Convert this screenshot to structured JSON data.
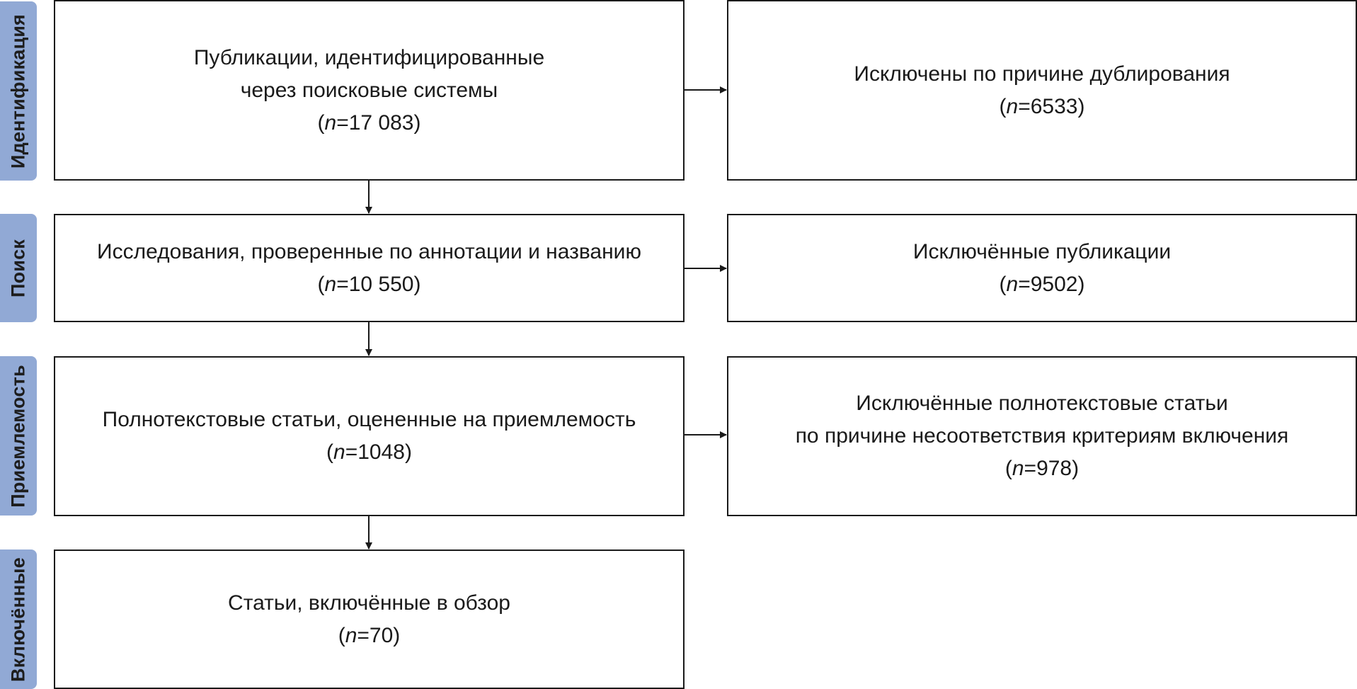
{
  "stages": [
    {
      "id": "identification",
      "label": "Идентификация"
    },
    {
      "id": "screening",
      "label": "Поиск"
    },
    {
      "id": "eligibility",
      "label": "Приемлемость"
    },
    {
      "id": "included",
      "label": "Включённые"
    }
  ],
  "main_boxes": [
    {
      "lines": [
        "Публикации, идентифицированные",
        "через поисковые системы"
      ],
      "n_letter": "n",
      "count_value": "=17 083"
    },
    {
      "lines": [
        "Исследования, проверенные по аннотации и названию"
      ],
      "n_letter": "n",
      "count_value": "=10 550"
    },
    {
      "lines": [
        "Полнотекстовые статьи, оцененные на приемлемость"
      ],
      "n_letter": "n",
      "count_value": "=1048"
    },
    {
      "lines": [
        "Статьи, включённые в обзор"
      ],
      "n_letter": "n",
      "count_value": "=70"
    }
  ],
  "excluded_boxes": [
    {
      "lines": [
        "Исключены по причине дублирования"
      ],
      "n_letter": "n",
      "count_value": "=6533"
    },
    {
      "lines": [
        "Исключённые публикации"
      ],
      "n_letter": "n",
      "count_value": "=9502"
    },
    {
      "lines": [
        "Исключённые полнотекстовые статьи",
        "по причине несоответствия критериям включения"
      ],
      "n_letter": "n",
      "count_value": "=978"
    }
  ],
  "colors": {
    "stage_tab": "#91a9d5",
    "border": "#1a1a1a",
    "text": "#1a1a1a"
  }
}
